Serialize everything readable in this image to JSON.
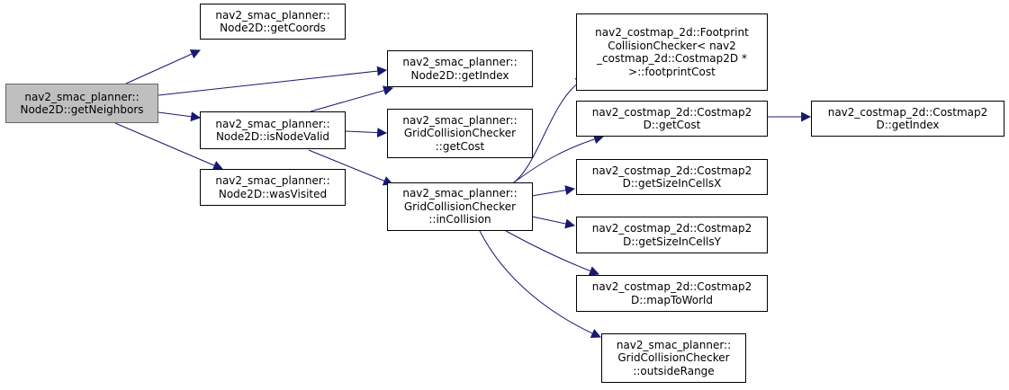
{
  "colors": {
    "edge": "#191970",
    "root_fill": "#bfbfbf",
    "root_border": "#666666",
    "node_fill": "#ffffff",
    "node_border": "#000000"
  },
  "nodes": {
    "get_neighbors": {
      "lines": [
        "nav2_smac_planner::",
        "Node2D::getNeighbors"
      ]
    },
    "get_coords": {
      "lines": [
        "nav2_smac_planner::",
        "Node2D::getCoords"
      ]
    },
    "get_index_node": {
      "lines": [
        "nav2_smac_planner::",
        "Node2D::getIndex"
      ]
    },
    "is_node_valid": {
      "lines": [
        "nav2_smac_planner::",
        "Node2D::isNodeValid"
      ]
    },
    "was_visited": {
      "lines": [
        "nav2_smac_planner::",
        "Node2D::wasVisited"
      ]
    },
    "gcc_get_cost": {
      "lines": [
        "nav2_smac_planner::",
        "GridCollisionChecker",
        "::getCost"
      ]
    },
    "in_collision": {
      "lines": [
        "nav2_smac_planner::",
        "GridCollisionChecker",
        "::inCollision"
      ]
    },
    "footprint_cost": {
      "lines": [
        "nav2_costmap_2d::Footprint",
        "CollisionChecker< nav2",
        "_costmap_2d::Costmap2D *",
        ">::footprintCost"
      ]
    },
    "cm_get_cost": {
      "lines": [
        "nav2_costmap_2d::Costmap2",
        "D::getCost"
      ]
    },
    "cm_get_index": {
      "lines": [
        "nav2_costmap_2d::Costmap2",
        "D::getIndex"
      ]
    },
    "size_x": {
      "lines": [
        "nav2_costmap_2d::Costmap2",
        "D::getSizeInCellsX"
      ]
    },
    "size_y": {
      "lines": [
        "nav2_costmap_2d::Costmap2",
        "D::getSizeInCellsY"
      ]
    },
    "map_to_world": {
      "lines": [
        "nav2_costmap_2d::Costmap2",
        "D::mapToWorld"
      ]
    },
    "outside_range": {
      "lines": [
        "nav2_smac_planner::",
        "GridCollisionChecker",
        "::outsideRange"
      ]
    }
  }
}
